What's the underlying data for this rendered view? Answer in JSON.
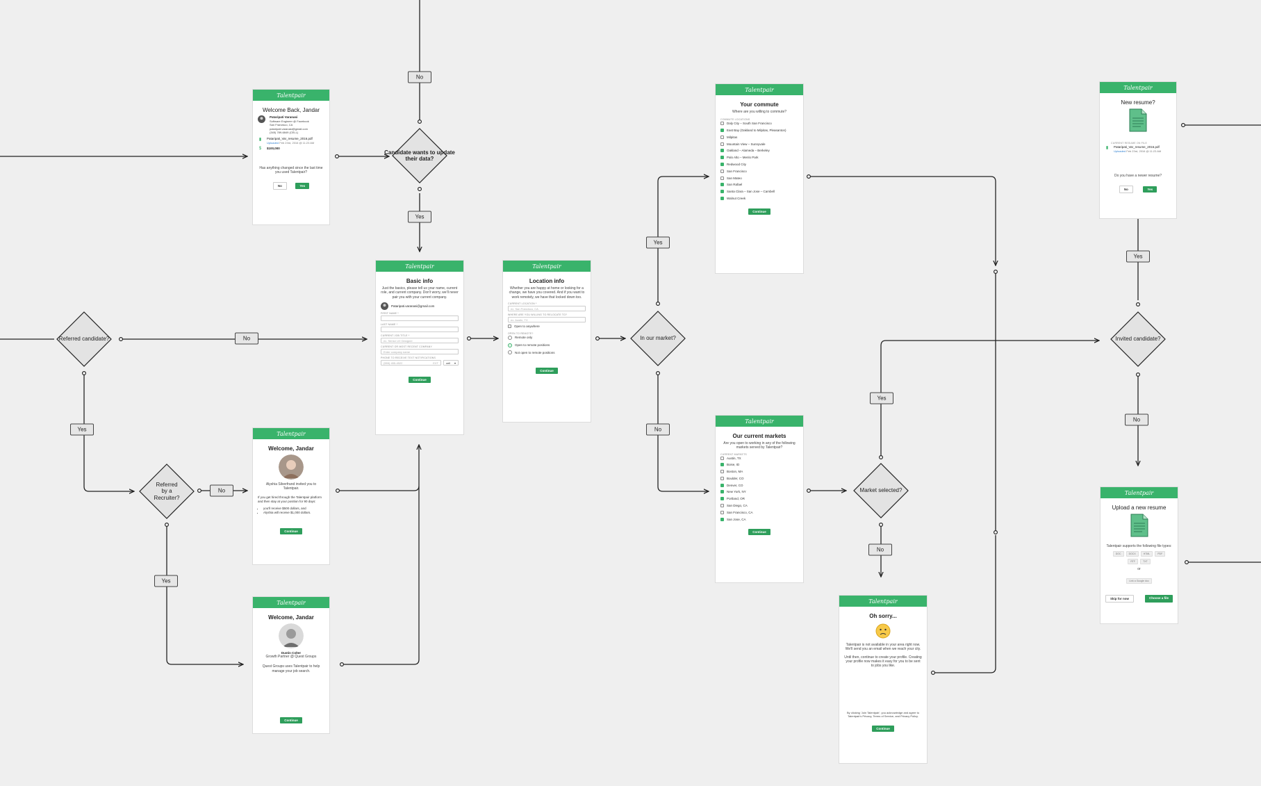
{
  "brand": {
    "name": "Talentpair",
    "color": "#39b36b"
  },
  "decisions": {
    "update": "Candidate wants to update their data?",
    "referred": "Referred candidate?",
    "recruiter": "Referred by a Recruiter?",
    "market": "In our market?",
    "market_selected": "Market selected?",
    "invited": "Invited candidate?"
  },
  "labels": {
    "no": "No",
    "yes": "Yes"
  },
  "welcome_back": {
    "title": "Welcome Back, Jandar",
    "name": "Pataripati Varanasi",
    "role": "Software Engineer @ Facebook",
    "location": "San Francisco, CA",
    "email": "pataripati.varanasi@gmail.com",
    "phone": "(345) 789-6849 (CELL)",
    "file": "Pataripati_Var_resume_2016.pdf",
    "uploaded": "Uploaded",
    "uploaded_date": "Feb 23rd, 2016 @ 11:23 AM",
    "salary": "$100,000",
    "question": "Has anything changed since the last time you used Talentpair?",
    "no": "No",
    "yes": "Yes"
  },
  "basic_info": {
    "title": "Basic info",
    "desc": "Just the basics, please tell us your name, current role, and current company. Don't worry, we'll never pair you with your current company.",
    "email": "Pataripati.varanasi@gmail.com",
    "first_name": "FIRST NAME *",
    "last_name": "LAST NAME *",
    "job_title": "CURRENT JOB TITLE *",
    "job_ph": "ex. Senior UX Designer",
    "company": "CURRENT OR MOST RECENT COMPANY",
    "company_ph": "Enter company name",
    "phone": "PHONE TO RECEIVE TEXT NOTIFICATIONS",
    "phone_ph": "(555) 455-4522",
    "ext": "EXT",
    "cell": "cell",
    "continue": "Continue"
  },
  "location_info": {
    "title": "Location info",
    "desc": "Whether you are happy at home or looking for a change, we have you covered. And if you want to work remotely, we have that locked down too.",
    "current": "CURRENT LOCATION *",
    "current_ph": "ex. San Francisco, CA",
    "relocate": "WHERE ARE YOU WILLING TO RELOCATE TO?",
    "relocate_ph": "ex. Austin, TX",
    "open_anywhere": "Open to anywhere",
    "remote_label": "OPEN TO REMOTE?",
    "options": [
      "Remote only",
      "Open to remote positions",
      "Not open to remote positions"
    ],
    "selected": 1,
    "continue": "Continue"
  },
  "commute": {
    "title": "Your commute",
    "subtitle": "Where are you willing to commute?",
    "label": "COMMUTE LOCATIONS",
    "items": [
      {
        "label": "Daly City – South San Francisco",
        "checked": false
      },
      {
        "label": "East Bay (Oakland to Milpitas, Pleasanton)",
        "checked": true
      },
      {
        "label": "Milpitas",
        "checked": false
      },
      {
        "label": "Mountain View – Sunnyvale",
        "checked": false
      },
      {
        "label": "Oakland – Alameda – Berkeley",
        "checked": true
      },
      {
        "label": "Palo Alto – Menlo Park",
        "checked": true
      },
      {
        "label": "Redwood City",
        "checked": true
      },
      {
        "label": "San Francisco",
        "checked": false
      },
      {
        "label": "San Mateo",
        "checked": false
      },
      {
        "label": "San Rafael",
        "checked": true
      },
      {
        "label": "Santa Clara – San Jose – Cambell",
        "checked": true
      },
      {
        "label": "Walnut Creek",
        "checked": true
      }
    ],
    "continue": "Continue"
  },
  "markets": {
    "title": "Our current markets",
    "subtitle": "Are you open to working in any of the following markets served by Talentpair?",
    "label": "CURRENT MARKETS",
    "items": [
      {
        "label": "Austin, TX",
        "checked": false
      },
      {
        "label": "Boise, ID",
        "checked": true
      },
      {
        "label": "Boston, MA",
        "checked": false
      },
      {
        "label": "Boulder, CO",
        "checked": false
      },
      {
        "label": "Denver, CO",
        "checked": true
      },
      {
        "label": "New York, NY",
        "checked": true
      },
      {
        "label": "Portland, OR",
        "checked": true
      },
      {
        "label": "San Diego, CA",
        "checked": false
      },
      {
        "label": "San Francisco, CA",
        "checked": false
      },
      {
        "label": "San Jose, CA",
        "checked": true
      }
    ],
    "continue": "Continue"
  },
  "welcome_referral": {
    "title": "Welcome, Jandar",
    "invited": "Alyshia Silverfrand invited you to Talentpair.",
    "desc": "If you get hired through the Talentpair platform and then stay at your position for 90 days:",
    "bullets": [
      "you'll receive $500 dollars, and",
      "Alyshia will receive $1,000 dollars."
    ],
    "continue": "Continue"
  },
  "welcome_recruiter": {
    "title": "Welcome, Jandar",
    "name": "Dustin Colter",
    "role": "Growth Partner @ Quest Groups",
    "desc": "Quest Groups uses Talentpair to help manage your job search.",
    "continue": "Continue"
  },
  "oh_sorry": {
    "title": "Oh sorry...",
    "p1": "Talentpair is not available in your area right now. We'll send you an email when we reach your city.",
    "p2": "Until then, continue to create your profile. Creating your profile now makes it easy for you to be sent to jobs you like.",
    "legal": "By clicking 'Join Talentpair', you acknowledge and agree to Talentpair's Privacy, Terms of Service, and Privacy Policy.",
    "continue": "Continue"
  },
  "new_resume": {
    "title": "New resume?",
    "label": "CURRENT RESUME ON FILE",
    "file": "Pataripati_Var_resume_2016.pdf",
    "uploaded": "Uploaded",
    "uploaded_date": "Feb 23rd, 2016 @ 11:23 AM",
    "question": "Do you have a newer resume?",
    "no": "No",
    "yes": "Yes"
  },
  "upload": {
    "title": "Upload a new resume",
    "supports": "Talentpair supports the following file types:",
    "types": [
      "DOC",
      "DOCX",
      "HTML",
      "PDF",
      "RTF",
      "TXT"
    ],
    "or": "or",
    "link": "Link a Google doc",
    "skip": "Skip for now",
    "choose": "Choose a file"
  }
}
